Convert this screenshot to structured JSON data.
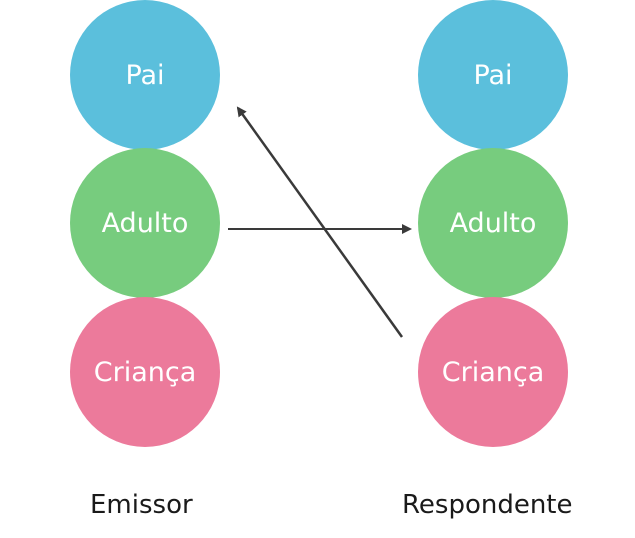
{
  "emitter": {
    "caption": "Emissor",
    "states": [
      {
        "label": "Pai",
        "color": "#5bbfdc"
      },
      {
        "label": "Adulto",
        "color": "#77cc7e"
      },
      {
        "label": "Criança",
        "color": "#ec7a9b"
      }
    ]
  },
  "respondent": {
    "caption": "Respondente",
    "states": [
      {
        "label": "Pai",
        "color": "#5bbfdc"
      },
      {
        "label": "Adulto",
        "color": "#77cc7e"
      },
      {
        "label": "Criança",
        "color": "#ec7a9b"
      }
    ]
  },
  "transactions": [
    {
      "from": "emitter.Adulto",
      "to": "respondent.Adulto"
    },
    {
      "from": "respondent.Criança",
      "to": "emitter.Pai"
    }
  ],
  "arrow_color": "#3a3a3a"
}
